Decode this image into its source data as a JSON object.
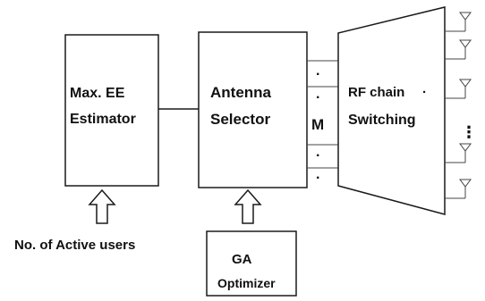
{
  "blocks": {
    "estimator": {
      "line1": "Max. EE",
      "line2": "Estimator"
    },
    "selector": {
      "line1": "Antenna",
      "line2": "Selector"
    },
    "rf": {
      "line1": "RF chain",
      "line2": "Switching"
    },
    "optimizer": {
      "line1": "GA",
      "line2": "Optimizer"
    }
  },
  "labels": {
    "active_users": "No. of Active users",
    "m": "M",
    "rf_separator": "·",
    "dot": ".",
    "antenna_ellipsis": "⋮"
  },
  "icons": {
    "input_arrows": "hollow-up-arrow-icon",
    "antennas": "antenna-icon"
  }
}
